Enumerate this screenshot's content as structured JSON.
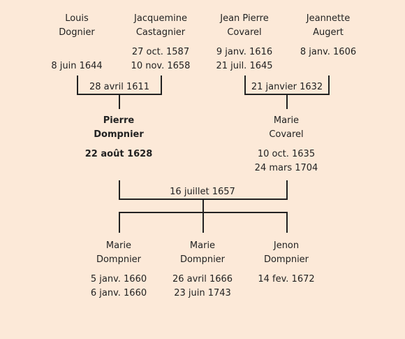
{
  "people": {
    "louis": {
      "given": "Louis",
      "surname": "Dognier",
      "birth": "",
      "death": "8 juin 1644"
    },
    "jacquemine": {
      "given": "Jacquemine",
      "surname": "Castagnier",
      "birth": "27 oct. 1587",
      "death": "10 nov. 1658"
    },
    "jean_pierre": {
      "given": "Jean Pierre",
      "surname": "Covarel",
      "birth": "9 janv. 1616",
      "death": "21 juil. 1645"
    },
    "jeannette": {
      "given": "Jeannette",
      "surname": "Augert",
      "birth": "8 janv. 1606",
      "death": ""
    },
    "pierre": {
      "given": "Pierre",
      "surname": "Dompnier",
      "birth": "22 août 1628",
      "death": ""
    },
    "marie_covarel": {
      "given": "Marie",
      "surname": "Covarel",
      "birth": "10 oct. 1635",
      "death": "24 mars 1704"
    },
    "child1": {
      "given": "Marie",
      "surname": "Dompnier",
      "birth": "5 janv. 1660",
      "death": "6 janv. 1660"
    },
    "child2": {
      "given": "Marie",
      "surname": "Dompnier",
      "birth": "26 avril 1666",
      "death": "23 juin 1743"
    },
    "child3": {
      "given": "Jenon",
      "surname": "Dompnier",
      "birth": "14 fev. 1672",
      "death": ""
    }
  },
  "marriages": {
    "paternal": "28 avril 1611",
    "maternal": "21 janvier 1632",
    "main": "16 juillet 1657"
  },
  "colors": {
    "background": "#fce9d8",
    "line": "#222222"
  }
}
